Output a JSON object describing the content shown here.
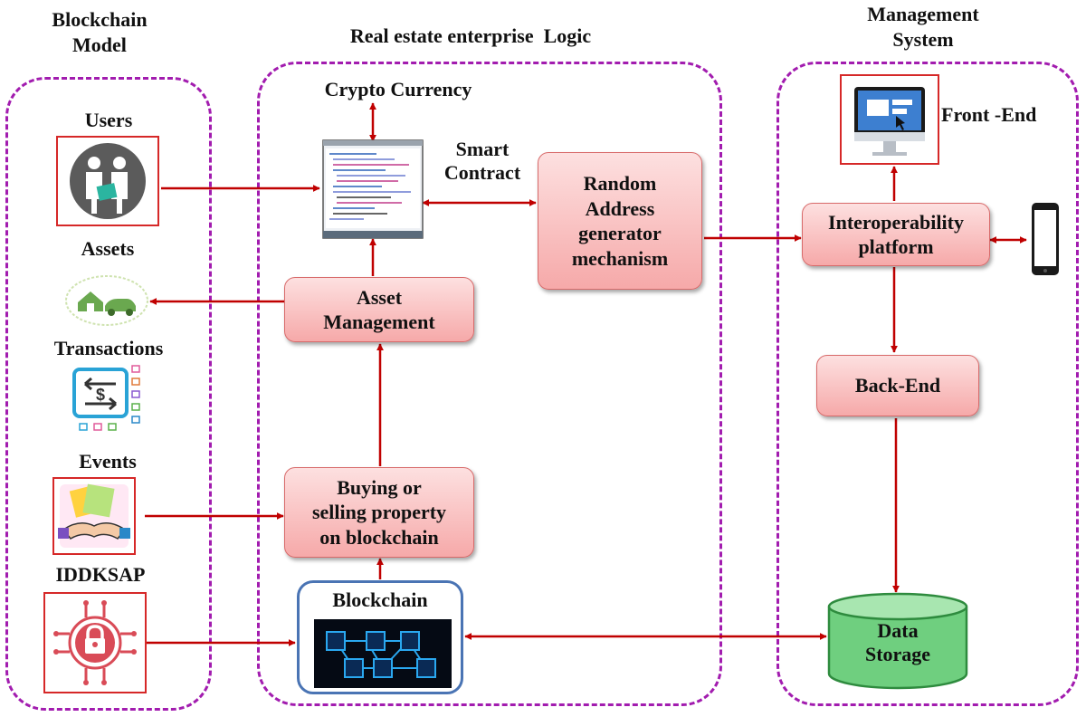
{
  "sections": {
    "blockchain_model": "Blockchain\nModel",
    "enterprise_logic": "Real estate enterprise  Logic",
    "management_system": "Management\nSystem"
  },
  "left": {
    "users": "Users",
    "assets": "Assets",
    "transactions": "Transactions",
    "events": "Events",
    "iddksap": "IDDKSAP"
  },
  "middle": {
    "crypto_currency": "Crypto Currency",
    "smart_contract": "Smart\nContract",
    "asset_management": "Asset\nManagement",
    "buying_selling": "Buying or\nselling property\non blockchain",
    "blockchain": "Blockchain",
    "random_address": "Random\nAddress\ngenerator\nmechanism"
  },
  "right": {
    "front_end": "Front -End",
    "interoperability": "Interoperability\nplatform",
    "back_end": "Back-End",
    "data_storage": "Data\nStorage"
  },
  "icons": {
    "users": "users-icon",
    "assets": "house-car-icon",
    "transactions": "transaction-icon",
    "events": "handshake-icon",
    "iddksap": "security-lock-icon",
    "smart_contract": "code-editor-icon",
    "front_end": "monitor-icon",
    "mobile": "smartphone-icon",
    "blockchain": "blockchain-cubes-icon",
    "data_storage": "database-icon"
  },
  "colors": {
    "panel_border": "#a21caf",
    "arrow": "#c00000",
    "box_fill": "#f6a9a9",
    "blockchain_border": "#4a74b4",
    "storage_fill": "#6fcf7f"
  }
}
